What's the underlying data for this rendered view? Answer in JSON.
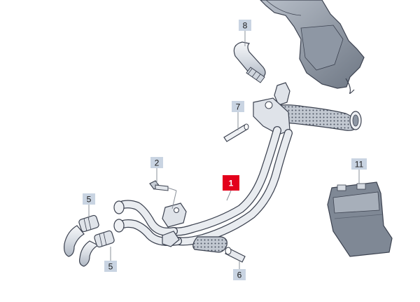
{
  "callouts": [
    {
      "id": "c8",
      "label": "8",
      "highlight": false
    },
    {
      "id": "c7",
      "label": "7",
      "highlight": false
    },
    {
      "id": "c2",
      "label": "2",
      "highlight": false
    },
    {
      "id": "c1",
      "label": "1",
      "highlight": true
    },
    {
      "id": "c11",
      "label": "11",
      "highlight": false
    },
    {
      "id": "c5a",
      "label": "5",
      "highlight": false
    },
    {
      "id": "c5b",
      "label": "5",
      "highlight": false
    },
    {
      "id": "c6",
      "label": "6",
      "highlight": false
    }
  ],
  "colors": {
    "callout_bg": "#c9d4e2",
    "callout_highlight_bg": "#e3001b",
    "part_fill": "#e6e9ee",
    "part_fill_dark": "#9aa3af",
    "outline": "#3c4250"
  }
}
